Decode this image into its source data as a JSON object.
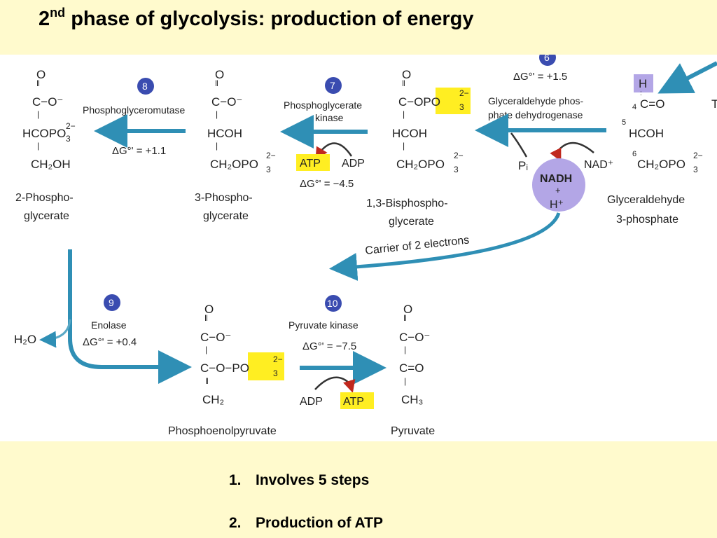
{
  "title": {
    "prefix": "2",
    "superscript": "nd",
    "rest": " phase of glycolysis: production of energy"
  },
  "colors": {
    "background": "#fffacd",
    "arrow": "#2f8fb5",
    "highlight": "#ffee22",
    "step_circle": "#3a4cb0",
    "nadh_circle": "#b3a6e6",
    "red_arrow": "#c0281e"
  },
  "steps": {
    "s6": {
      "number": "6",
      "dg": "ΔG°' = +1.5",
      "enzyme_line1": "Glyceraldehyde phos-",
      "enzyme_line2": "phate dehydrogenase"
    },
    "s7": {
      "number": "7",
      "enzyme_line1": "Phosphoglycerate",
      "enzyme_line2": "kinase",
      "dg": "ΔG°' = −4.5"
    },
    "s8": {
      "number": "8",
      "enzyme": "Phosphoglyceromutase",
      "dg": "ΔG°' = +1.1"
    },
    "s9": {
      "number": "9",
      "enzyme": "Enolase",
      "dg": "ΔG°' = +0.4"
    },
    "s10": {
      "number": "10",
      "enzyme": "Pyruvate kinase",
      "dg": "ΔG°' = −7.5"
    }
  },
  "compounds": {
    "pg2": {
      "line1": "2-Phospho-",
      "line2": "glycerate"
    },
    "pg3": {
      "line1": "3-Phospho-",
      "line2": "glycerate"
    },
    "bpg": {
      "line1": "1,3-Bisphospho-",
      "line2": "glycerate"
    },
    "g3p": {
      "line1": "Glyceraldehyde",
      "line2": "3-phosphate"
    },
    "pep": {
      "name": "Phosphoenolpyruvate"
    },
    "pyruvate": {
      "name": "Pyruvate"
    }
  },
  "cofactors": {
    "atp": "ATP",
    "adp": "ADP",
    "nad": "NAD⁺",
    "nadh": "NADH",
    "plus": "+",
    "hplus": "H⁺",
    "pi": "Pᵢ",
    "h2o": "H₂O"
  },
  "carrier_label": "Carrier of 2 electrons",
  "bullets": [
    {
      "num": "1.",
      "text": "Involves 5 steps"
    },
    {
      "num": "2.",
      "text": "Production of ATP"
    }
  ]
}
